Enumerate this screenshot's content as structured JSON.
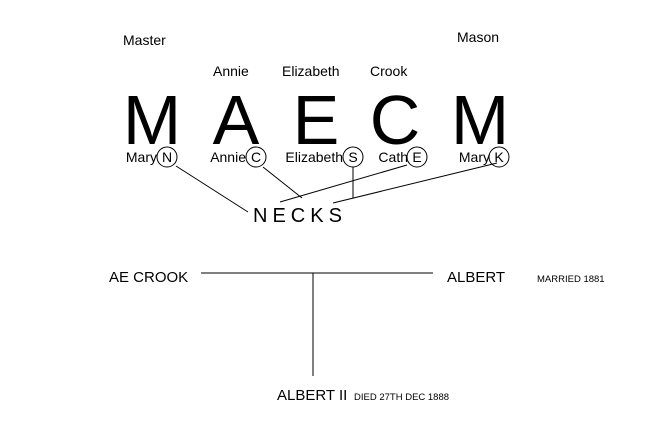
{
  "top_labels": {
    "left": "Master",
    "right": "Mason"
  },
  "middle_labels": [
    "Annie",
    "Elizabeth",
    "Crook"
  ],
  "initials": [
    "M",
    "A",
    "E",
    "C",
    "M"
  ],
  "names": [
    {
      "name": "Mary",
      "letter": "N"
    },
    {
      "name": "Annie",
      "letter": "C"
    },
    {
      "name": "Elizabeth",
      "letter": "S"
    },
    {
      "name": "Cath",
      "letter": "E"
    },
    {
      "name": "Mary",
      "letter": "K"
    }
  ],
  "necks": "NECKS",
  "family": {
    "parent_left": "AE CROOK",
    "parent_right": "ALBERT",
    "marriage_note": "MARRIED 1881",
    "child": "ALBERT II",
    "child_note": "DIED 27TH DEC 1888"
  }
}
